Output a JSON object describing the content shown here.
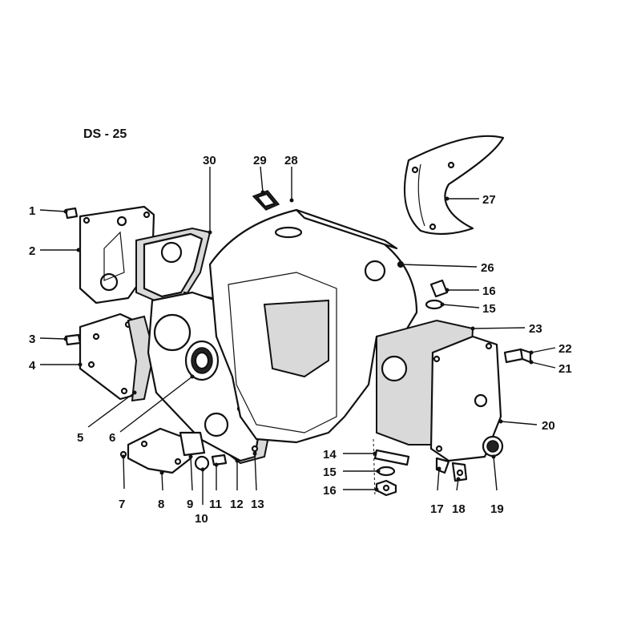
{
  "diagram": {
    "title": "DS - 25",
    "callouts": [
      {
        "id": "c1",
        "label": "1"
      },
      {
        "id": "c2",
        "label": "2"
      },
      {
        "id": "c3",
        "label": "3"
      },
      {
        "id": "c4",
        "label": "4"
      },
      {
        "id": "c5",
        "label": "5"
      },
      {
        "id": "c6",
        "label": "6"
      },
      {
        "id": "c7",
        "label": "7"
      },
      {
        "id": "c8",
        "label": "8"
      },
      {
        "id": "c9",
        "label": "9"
      },
      {
        "id": "c10",
        "label": "10"
      },
      {
        "id": "c11",
        "label": "11"
      },
      {
        "id": "c12",
        "label": "12"
      },
      {
        "id": "c13",
        "label": "13"
      },
      {
        "id": "c14",
        "label": "14"
      },
      {
        "id": "c15a",
        "label": "15"
      },
      {
        "id": "c16a",
        "label": "16"
      },
      {
        "id": "c17",
        "label": "17"
      },
      {
        "id": "c18",
        "label": "18"
      },
      {
        "id": "c19",
        "label": "19"
      },
      {
        "id": "c20",
        "label": "20"
      },
      {
        "id": "c21",
        "label": "21"
      },
      {
        "id": "c22",
        "label": "22"
      },
      {
        "id": "c23",
        "label": "23"
      },
      {
        "id": "c15b",
        "label": "15"
      },
      {
        "id": "c16b",
        "label": "16"
      },
      {
        "id": "c26",
        "label": "26"
      },
      {
        "id": "c27",
        "label": "27"
      },
      {
        "id": "c28",
        "label": "28"
      },
      {
        "id": "c29",
        "label": "29"
      },
      {
        "id": "c30",
        "label": "30"
      }
    ]
  }
}
